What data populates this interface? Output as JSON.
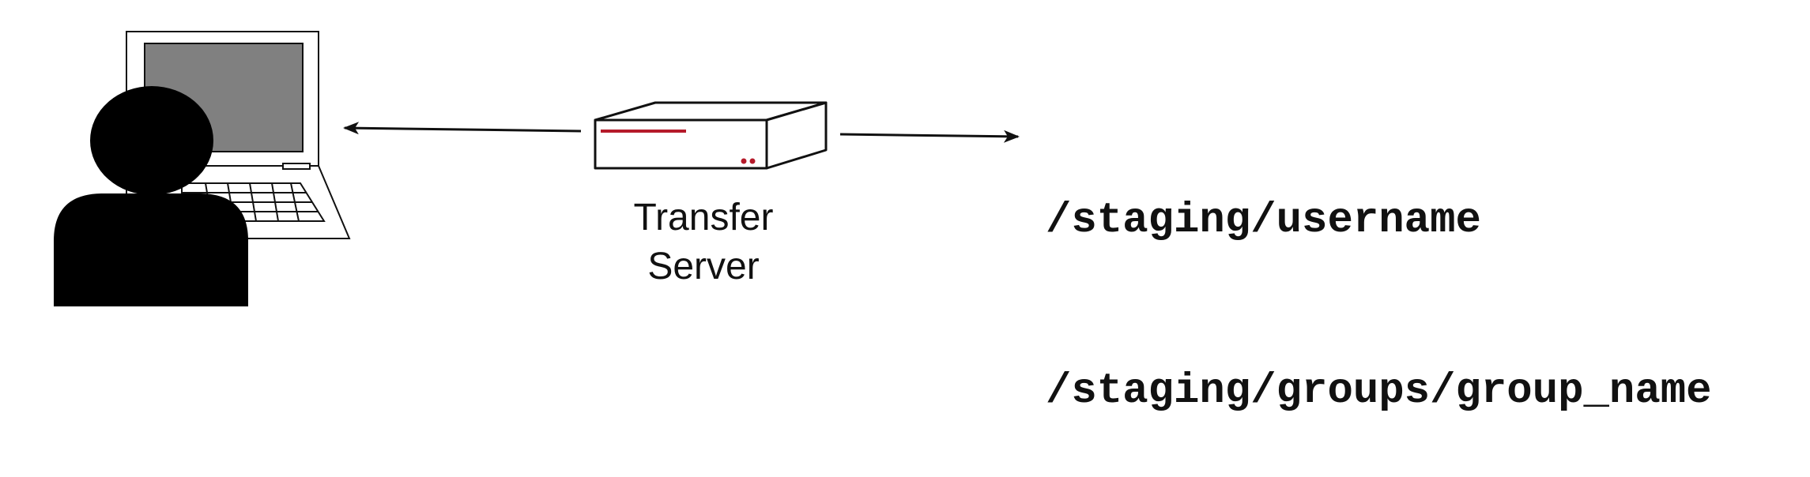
{
  "server": {
    "label_line1": "Transfer",
    "label_line2": "Server"
  },
  "paths": [
    "/staging/username",
    "/staging/groups/group_name"
  ],
  "colors": {
    "ink": "#111111",
    "screen": "#808080",
    "accent": "#b51a2a",
    "background": "#ffffff"
  },
  "icons": {
    "user": "user-at-laptop-icon",
    "server": "server-box-icon"
  }
}
